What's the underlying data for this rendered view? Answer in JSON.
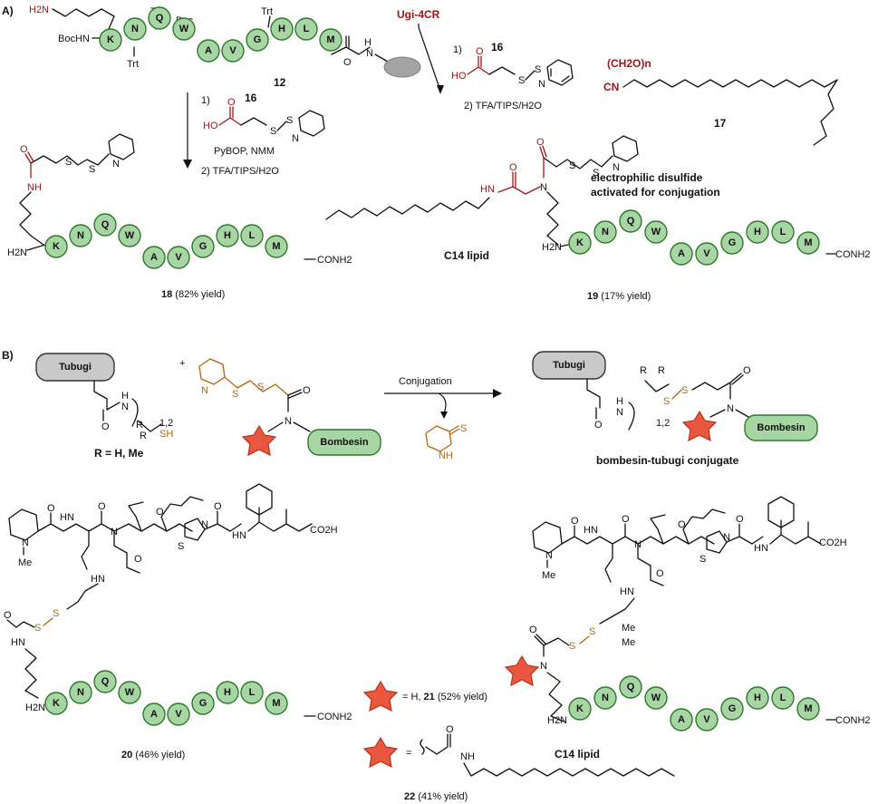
{
  "panel_labels": {
    "a": "A)",
    "b": "B)"
  },
  "peptide_A": [
    "K",
    "N",
    "Q",
    "W",
    "A",
    "V",
    "G",
    "H",
    "L",
    "M"
  ],
  "protect": {
    "trt": "Trt",
    "boc": "Boc",
    "bochn": "BocHN"
  },
  "amine": {
    "h2n": "H2N"
  },
  "ugi": {
    "label": "Ugi-4CR"
  },
  "reagent16": {
    "step1": "1)",
    "num": "16",
    "ho": "HO",
    "o": "O",
    "s": "S",
    "n": "N"
  },
  "step_left": {
    "l2": "PyBOP, NMM",
    "l3": "2) TFA/TIPS/H2O"
  },
  "step_right": {
    "l2": "2) TFA/TIPS/H2O"
  },
  "compound17": {
    "formaldehyde": "(CH2O)n",
    "cn": "CN",
    "num": "17"
  },
  "compound12": {
    "num": "12"
  },
  "compound18": {
    "caption_num": "18",
    "caption_rest": " (82% yield)",
    "nh": "NH",
    "conh2": "CONH2"
  },
  "compound19": {
    "caption_num": "19",
    "caption_rest": " (17% yield)",
    "hn": "HN",
    "c14": "C14 lipid",
    "note1": "electrophilic disulfide",
    "note2": "activated for conjugation"
  },
  "schemeB": {
    "tubugi": "Tubugi",
    "bombesin": "Bombesin",
    "plus": "+",
    "r_def": "R = H, Me",
    "sh": "SH",
    "conjugation": "Conjugation",
    "thione_s": "S",
    "thione_nh": "NH",
    "conj_caption": "bombesin-tubugi conjugate",
    "sub12": "1,2"
  },
  "compound20": {
    "caption_num": "20",
    "caption_rest": " (46% yield)",
    "me": "Me",
    "co2h": "CO2H",
    "s": "S",
    "n": "N"
  },
  "compound21": {
    "text": "= H, ",
    "num": "21",
    "rest": " (52% yield)"
  },
  "compound22": {
    "eq": "=",
    "num": "22",
    "rest": " (41% yield)",
    "nh": "NH",
    "c14": "C14 lipid"
  }
}
